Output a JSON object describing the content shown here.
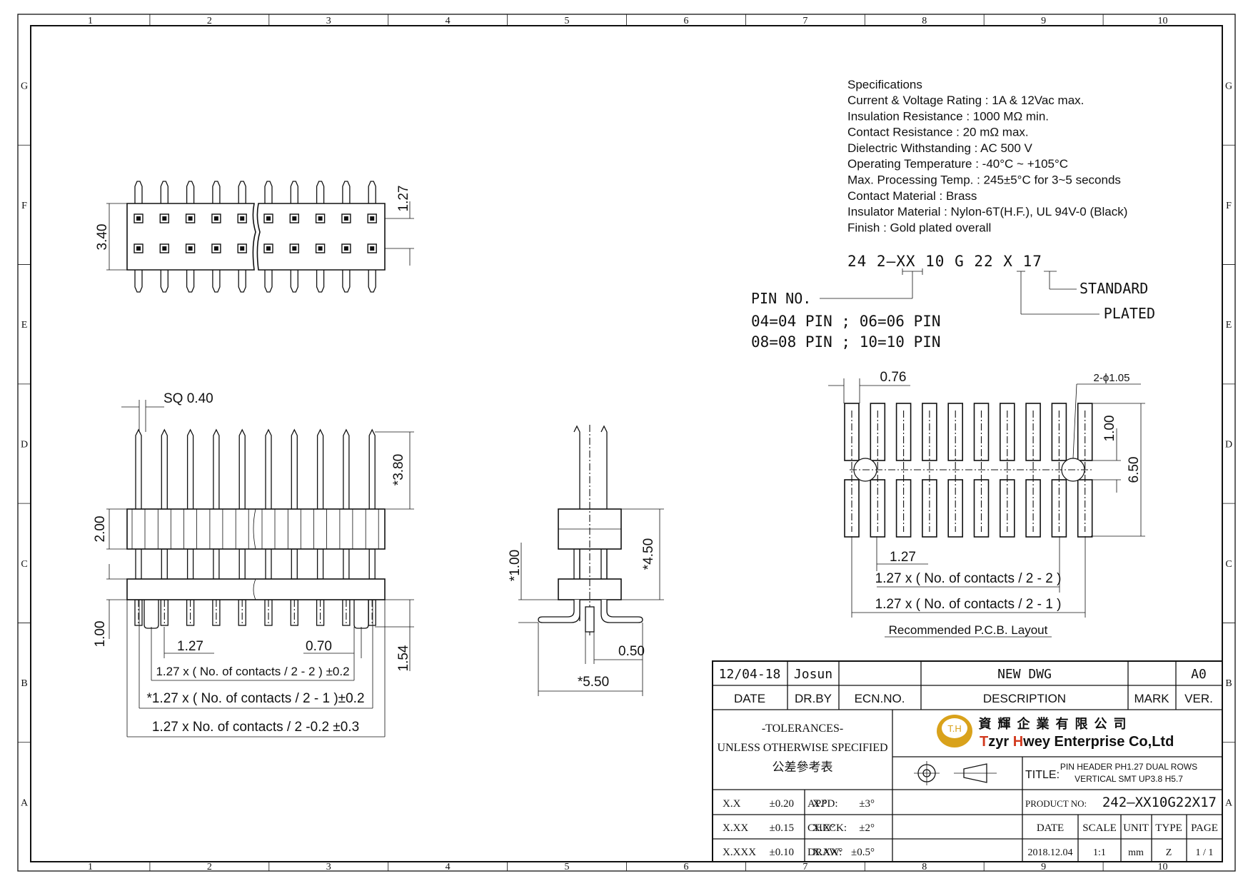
{
  "frame": {
    "zone_columns": [
      "1",
      "2",
      "3",
      "4",
      "5",
      "6",
      "7",
      "8",
      "9",
      "10"
    ],
    "zone_rows": [
      "G",
      "F",
      "E",
      "D",
      "C",
      "B",
      "A"
    ]
  },
  "specifications": {
    "heading": "Specifications",
    "lines": [
      "Current & Voltage Rating : 1A & 12Vac max.",
      "Insulation Resistance : 1000 MΩ min.",
      "Contact Resistance : 20 mΩ max.",
      "Dielectric Withstanding : AC 500 V",
      "Operating Temperature : -40°C ~ +105°C",
      "Max. Processing Temp. : 245±5°C for 3~5 seconds",
      "Contact Material : Brass",
      "Insulator Material : Nylon-6T(H.F.), UL 94V-0 (Black)",
      "Finish : Gold plated overall"
    ]
  },
  "part_code": {
    "code": "24 2—XX 10 G 22 X 17",
    "pin_no_label": "PIN NO.",
    "standard_label": "STANDARD",
    "plated_label": "PLATED",
    "pin_options": [
      "04=04 PIN ; 06=06 PIN",
      "08=08 PIN ; 10=10 PIN"
    ]
  },
  "top_view": {
    "dim_pitch": "1.27",
    "dim_width": "3.40"
  },
  "front_view": {
    "dim_sq": "SQ 0.40",
    "dim_pin_height": "*3.80",
    "dim_body": "2.00",
    "dim_standoff": "1.00",
    "dim_pitch": "1.27",
    "dim_tail": "0.70",
    "dim_foot": "1.54",
    "dim_row1": "1.27 x ( No. of contacts / 2 - 2 ) ±0.2",
    "dim_row2": "*1.27 x ( No. of contacts / 2 - 1 )±0.2",
    "dim_row3": "1.27 x No. of contacts / 2 -0.2 ±0.3"
  },
  "side_view": {
    "dim_standoff": "*1.00",
    "dim_height": "*4.50",
    "dim_gap": "0.50",
    "dim_span": "*5.50"
  },
  "pcb_layout": {
    "dim_pad_width": "0.76",
    "dim_hole": "2-ϕ1.05",
    "dim_pad_length": "1.00",
    "dim_span": "6.50",
    "dim_pitch": "1.27",
    "dim_row1": "1.27 x ( No. of contacts / 2 - 2 )",
    "dim_row2": "1.27 x ( No. of contacts / 2 - 1 )",
    "title": "Recommended P.C.B. Layout"
  },
  "title_block": {
    "revision": {
      "date": "12/04-18",
      "drawn_by": "Josun",
      "ecn": "",
      "description": "NEW DWG",
      "mark": "",
      "ver": "A0"
    },
    "revision_headers": {
      "date": "DATE",
      "drawn_by": "DR.BY",
      "ecn": "ECN.NO.",
      "description": "DESCRIPTION",
      "mark": "MARK",
      "ver": "VER."
    },
    "tolerances": {
      "line1": "-TOLERANCES-",
      "line2": "UNLESS OTHERWISE SPECIFIED",
      "line3": "公差參考表"
    },
    "company": {
      "name_cn": "資 輝 企 業 有 限 公 司",
      "name_en_prefix_t": "T",
      "name_en_mid": "zyr ",
      "name_en_h": "H",
      "name_en_rest": "wey Enterprise Co,Ltd",
      "logo_text": "T.H"
    },
    "title_label": "TITLE:",
    "title_line1": "PIN HEADER PH1.27 DUAL ROWS",
    "title_line2": "VERTICAL SMT UP3.8 H5.7",
    "product_label": "PRODUCT NO:",
    "product_no": "242—XX10G22X17",
    "tol_rows": [
      {
        "fmt": "X.X",
        "tol": "±0.20",
        "ang": "X.°",
        "ang_tol": "±3°"
      },
      {
        "fmt": "X.XX",
        "tol": "±0.15",
        "ang": "X.X°",
        "ang_tol": "±2°"
      },
      {
        "fmt": "X.XXX",
        "tol": "±0.10",
        "ang": "X.XX°",
        "ang_tol": "±0.5°"
      }
    ],
    "appd_label": "APPD:",
    "check_label": "CHECK:",
    "draw_label": "DRAW:",
    "meta_headers": {
      "date": "DATE",
      "scale": "SCALE",
      "unit": "UNIT",
      "type": "TYPE",
      "page": "PAGE"
    },
    "meta_values": {
      "date": "2018.12.04",
      "scale": "1:1",
      "unit": "mm",
      "type": "Z",
      "page": "1 / 1"
    }
  }
}
